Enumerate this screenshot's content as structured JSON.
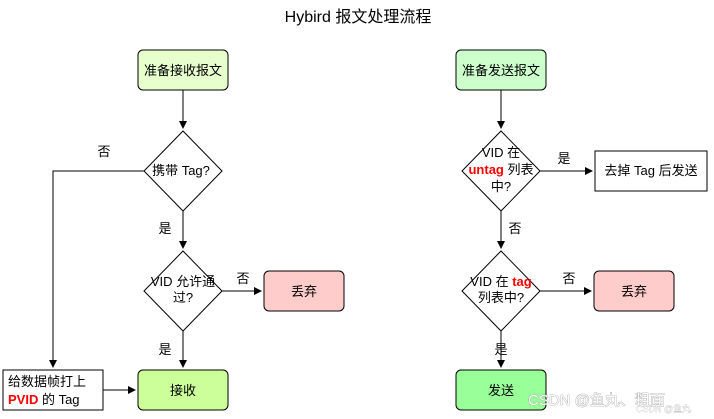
{
  "title": "Hybird 报文处理流程",
  "colors": {
    "start_fill": "#ccffcc",
    "start_left_fill": "#e6ffcc",
    "accept_fill": "#ccff99",
    "discard_fill": "#ffcccc",
    "highlight_text": "#ff0000",
    "stroke": "#000000"
  },
  "left_flow": {
    "start": "准备接收报文",
    "decision_tag": "携带 Tag?",
    "decision_vid": {
      "line1": "VID 允许通",
      "line2": "过?"
    },
    "discard": "丢弃",
    "accept": "接收",
    "pvid_box": {
      "line1": "给数据帧打上",
      "line2_highlight": "PVID",
      "line2_rest": " 的 Tag"
    },
    "labels": {
      "no_tag": "否",
      "yes_tag": "是",
      "no_vid": "否",
      "yes_vid": "是"
    }
  },
  "right_flow": {
    "start": "准备发送报文",
    "decision_untag": {
      "line1": "VID 在",
      "line2_highlight": "untag",
      "line2_rest": " 列表",
      "line3": "中?"
    },
    "strip_tag": "去掉 Tag 后发送",
    "decision_tag": {
      "line1_pre": "VID 在 ",
      "line1_highlight": "tag",
      "line2": "列表中?"
    },
    "discard": "丢弃",
    "send": "发送",
    "labels": {
      "yes_untag": "是",
      "no_untag": "否",
      "no_tag": "否",
      "yes_tag": "是"
    }
  },
  "watermark": {
    "main": "CSDN @鱼丸、粗面",
    "sub": "CSDN @鱼丸"
  }
}
